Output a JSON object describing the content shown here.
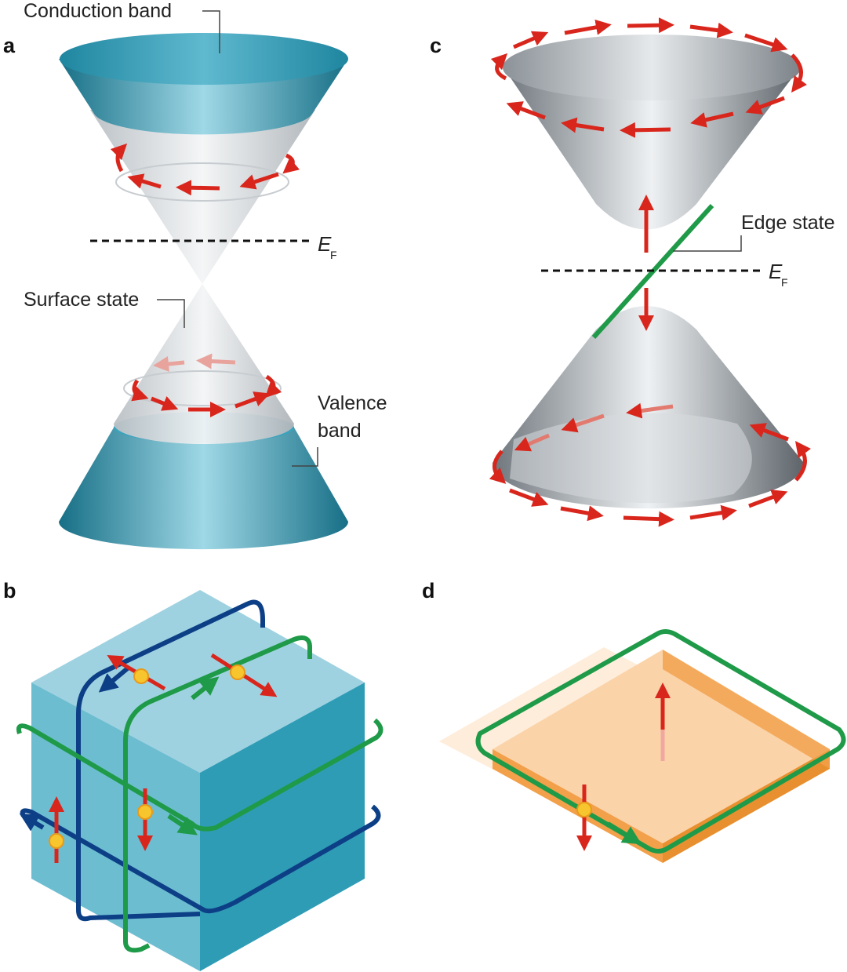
{
  "panels": {
    "a": {
      "letter": "a",
      "conduction_label": "Conduction band",
      "surface_label": "Surface state",
      "valence_label_line1": "Valence",
      "valence_label_line2": "band",
      "fermi_symbol": "E",
      "fermi_sub": "F"
    },
    "b": {
      "letter": "b"
    },
    "c": {
      "letter": "c",
      "edge_label": "Edge state",
      "fermi_symbol": "E",
      "fermi_sub": "F"
    },
    "d": {
      "letter": "d"
    }
  },
  "colors": {
    "cone_teal": "#2a9bb5",
    "cone_teal_light": "#8fd0de",
    "cone_grey": "#a9b0b6",
    "spin_arrow": "#d9261c",
    "edge_state_green": "#1f9a48",
    "loop_blue": "#0d3f86",
    "cube_face": "#6fc2d6",
    "slab_orange": "#f2a04a",
    "spin_dot": "#f7c52e"
  }
}
